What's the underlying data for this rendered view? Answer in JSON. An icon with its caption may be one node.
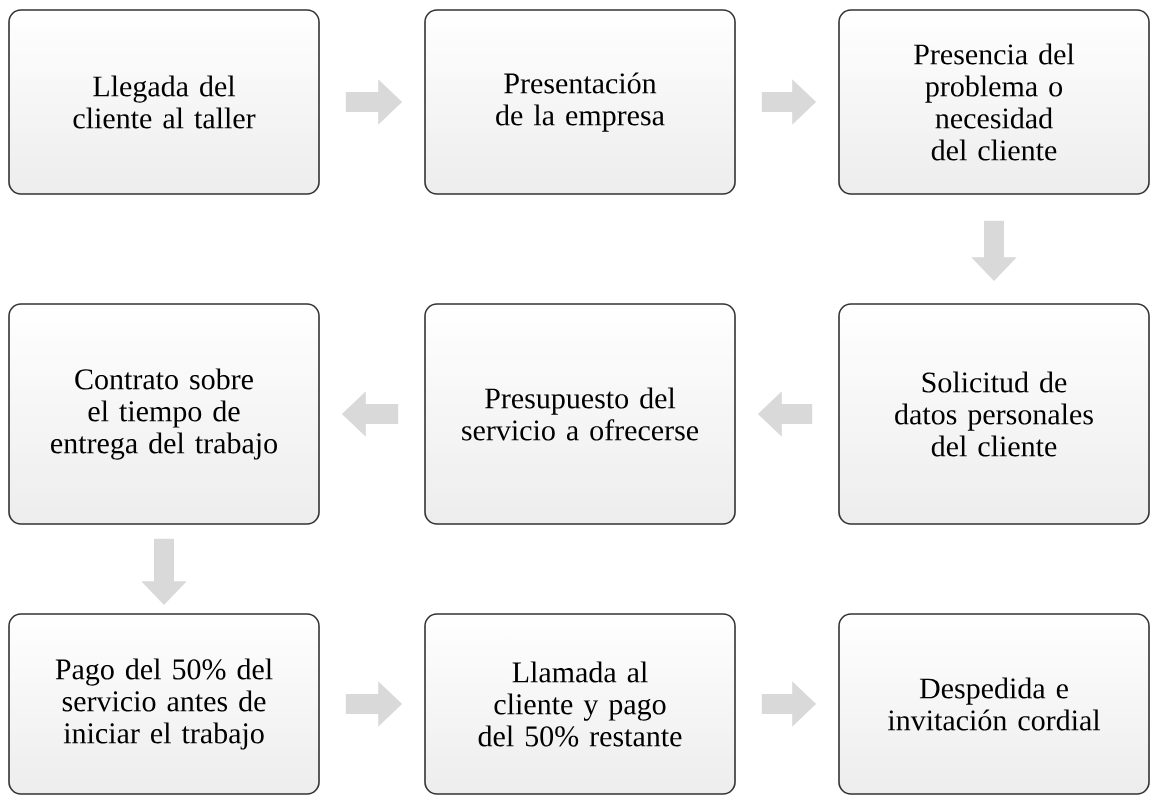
{
  "diagram": {
    "nodes": [
      {
        "text": [
          "Llegada del cliente al taller"
        ]
      },
      {
        "text": [
          "Presentación de la empresa"
        ]
      },
      {
        "text": [
          "Presencia del problema o necesidad del cliente"
        ]
      },
      {
        "text": [
          "Solicitud de datos personales del cliente"
        ]
      },
      {
        "text": [
          "Presupuesto del servicio a ofrecerse"
        ]
      },
      {
        "text": [
          "Contrato sobre el tiempo de entrega del trabajo"
        ]
      },
      {
        "text": [
          "Pago del 50% del servicio antes de iniciar el trabajo"
        ]
      },
      {
        "text": [
          "Llamada al cliente y pago del 50% restante"
        ]
      },
      {
        "text": [
          "Despedida e invitación cordial"
        ]
      }
    ],
    "edges": [
      {
        "from": 0,
        "to": 1,
        "arrow": "to"
      },
      {
        "from": 1,
        "to": 2,
        "arrow": "to"
      },
      {
        "from": 2,
        "to": 3,
        "arrow": "to"
      },
      {
        "from": 3,
        "to": 4,
        "arrow": "to"
      },
      {
        "from": 4,
        "to": 5,
        "arrow": "to"
      },
      {
        "from": 5,
        "to": 6,
        "arrow": "to"
      },
      {
        "from": 6,
        "to": 7,
        "arrow": "to"
      },
      {
        "from": 7,
        "to": 8,
        "arrow": "to"
      }
    ]
  }
}
